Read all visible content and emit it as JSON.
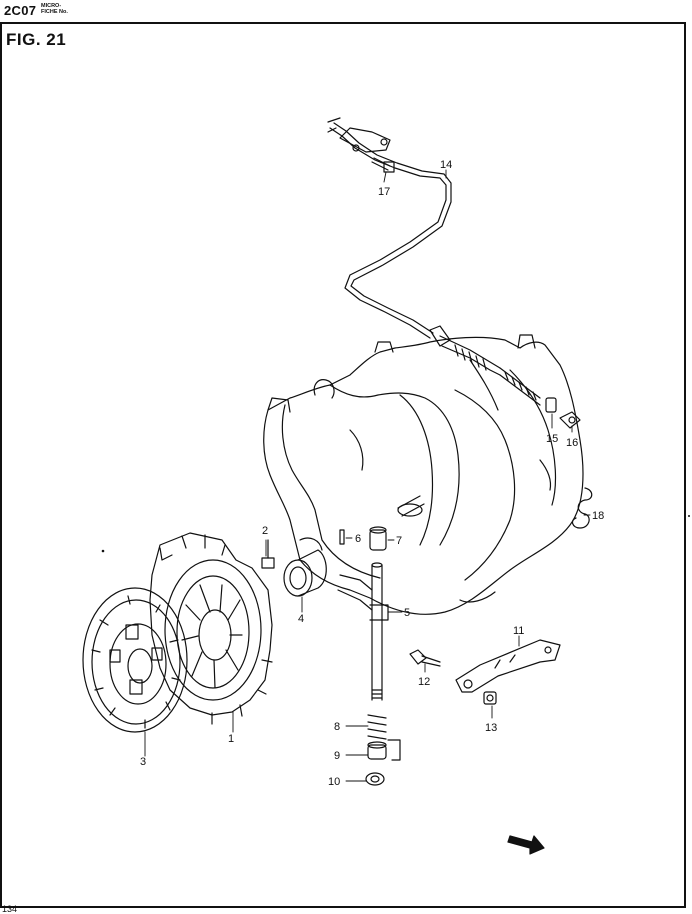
{
  "header": {
    "code": "2C07",
    "microfiche_label": [
      "MICRO-",
      "FICHE No."
    ]
  },
  "figure": {
    "title": "FIG.  21",
    "page_number": "134"
  },
  "callouts": [
    {
      "id": "1",
      "text": "1"
    },
    {
      "id": "2",
      "text": "2"
    },
    {
      "id": "3",
      "text": "3"
    },
    {
      "id": "4",
      "text": "4"
    },
    {
      "id": "5",
      "text": "5"
    },
    {
      "id": "6",
      "text": "6"
    },
    {
      "id": "7",
      "text": "7"
    },
    {
      "id": "8",
      "text": "8"
    },
    {
      "id": "9",
      "text": "9"
    },
    {
      "id": "10",
      "text": "10"
    },
    {
      "id": "11",
      "text": "11"
    },
    {
      "id": "12",
      "text": "12"
    },
    {
      "id": "13",
      "text": "13"
    },
    {
      "id": "14",
      "text": "14"
    },
    {
      "id": "15",
      "text": "15"
    },
    {
      "id": "16",
      "text": "16"
    },
    {
      "id": "17",
      "text": "17"
    },
    {
      "id": "18",
      "text": "18"
    }
  ]
}
